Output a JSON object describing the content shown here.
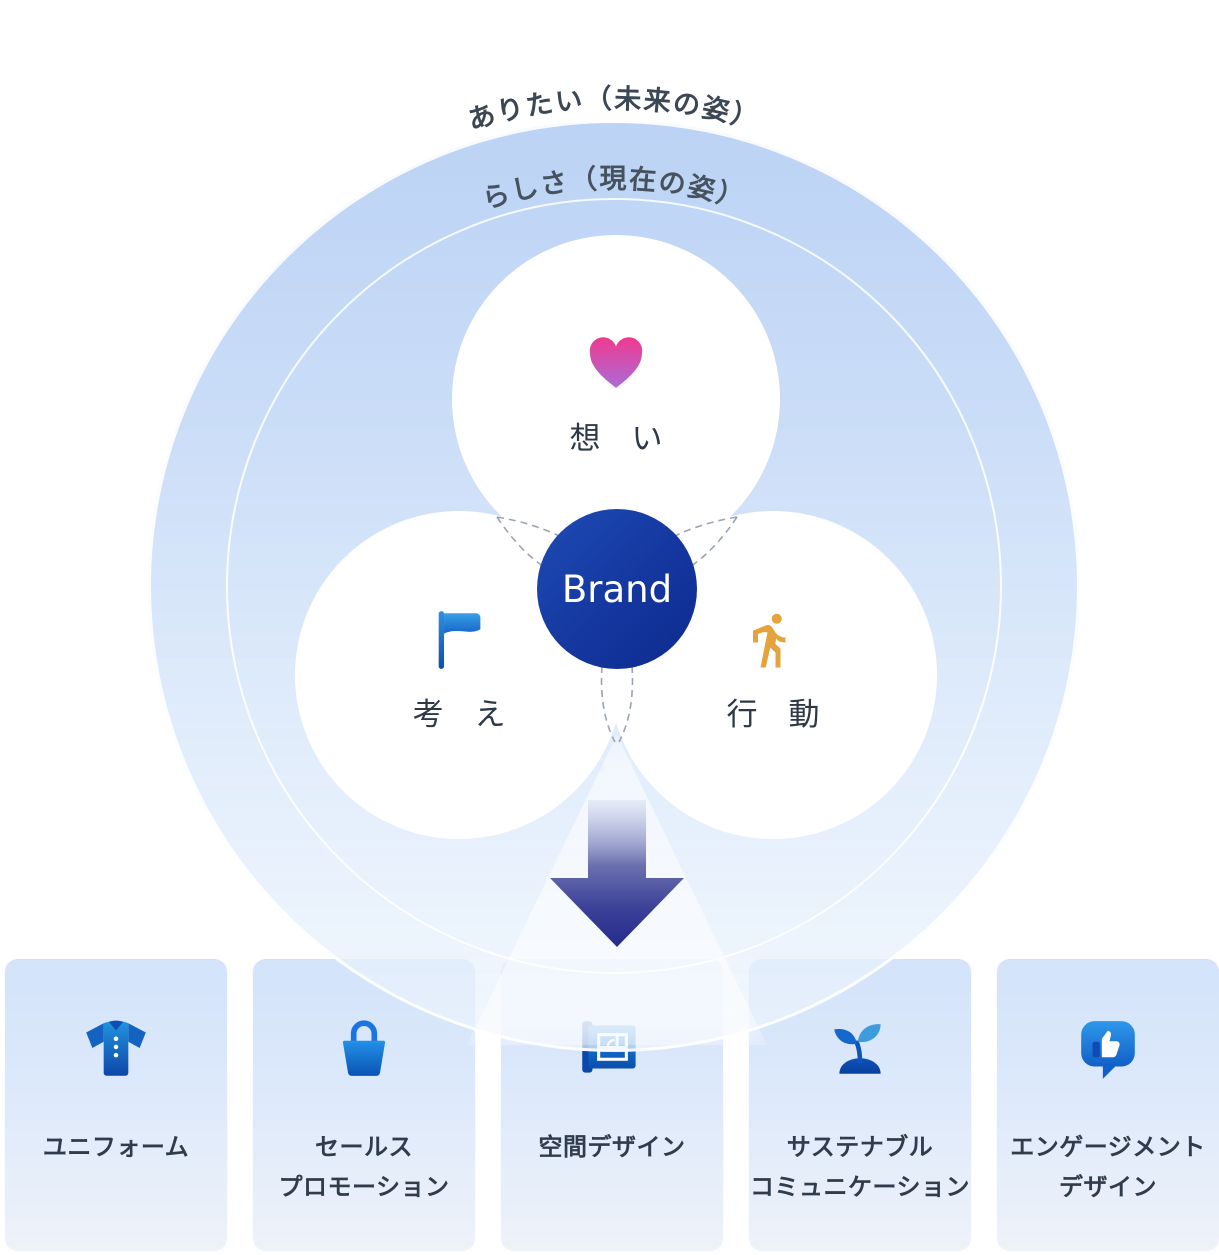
{
  "diagram": {
    "outer_ring_label": "ありたい（未来の姿）",
    "inner_ring_label": "らしさ（現在の姿）",
    "center_label": "Brand",
    "nodes": [
      {
        "label": "想　い",
        "icon": "heart-icon"
      },
      {
        "label": "考　え",
        "icon": "flag-icon"
      },
      {
        "label": "行　動",
        "icon": "walking-person-icon"
      }
    ]
  },
  "cards": [
    {
      "icon": "uniform-shirt-icon",
      "lines": [
        "ユニフォーム"
      ]
    },
    {
      "icon": "shopping-bag-icon",
      "lines": [
        "セールス",
        "プロモーション"
      ]
    },
    {
      "icon": "blueprint-icon",
      "lines": [
        "空間デザイン"
      ]
    },
    {
      "icon": "sprout-icon",
      "lines": [
        "サステナブル",
        "コミュニケーション"
      ]
    },
    {
      "icon": "thumbs-up-bubble-icon",
      "lines": [
        "エンゲージメント",
        "デザイン"
      ]
    }
  ],
  "colors": {
    "outer_circle_top": "#c5d9f7",
    "outer_circle_bottom": "#eff4fd",
    "brand_circle_start": "#1e4cb4",
    "brand_circle_end": "#0c2a8e",
    "heart_pink": "#f03a90",
    "heart_purple": "#a96cd6",
    "flag_blue": "#2f8fe0",
    "person_gold": "#e4a33b",
    "arrow_navy": "#272d8d",
    "icon_blue_light": "#2391e8",
    "icon_blue_dark": "#0b4bae",
    "text_dark": "#303c4b",
    "card_bg_top": "#d3e3fa",
    "card_bg_bottom": "#eef2f9",
    "dashed_line": "#9aa5b1"
  }
}
